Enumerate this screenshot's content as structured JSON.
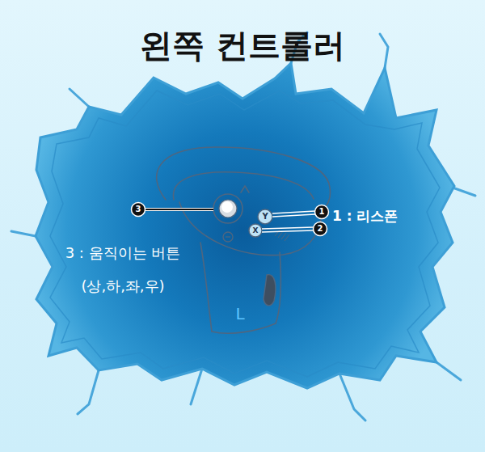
{
  "diagram": {
    "title": "왼쪽 컨트롤러",
    "labels": [
      "3",
      "1",
      "2",
      "1 : 리스폰",
      "3 : 움직이는 버튼",
      "(상,하,좌,우)",
      "Y",
      "X",
      "L"
    ]
  }
}
